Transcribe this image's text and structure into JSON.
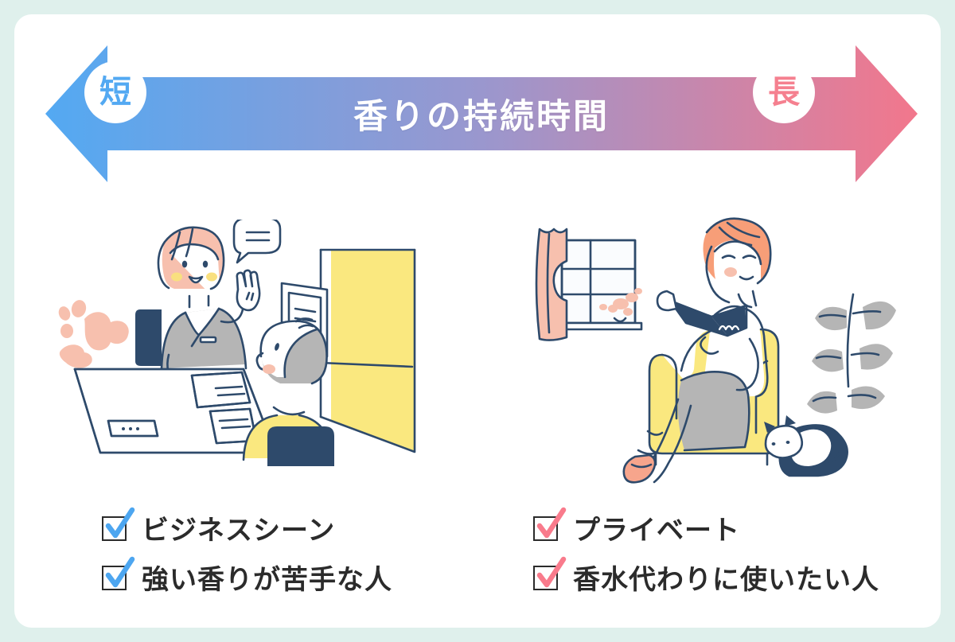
{
  "page": {
    "background_color": "#dff0ec",
    "card_color": "#ffffff"
  },
  "banner": {
    "title": "香りの持続時間",
    "left_badge": "短",
    "right_badge": "長",
    "gradient_start": "#53a9f2",
    "gradient_mid": "#9a97ce",
    "gradient_end": "#f2778c",
    "title_color": "#ffffff",
    "left_badge_color": "#53a9f2",
    "right_badge_color": "#f5808f",
    "direction": "double-headed-horizontal-arrow"
  },
  "illustrations": {
    "left": {
      "name": "business-meeting-illustration",
      "description": "女性が書類を示しながら男性に説明しているビジネスシーン",
      "accent_colors": [
        "#2e4a6b",
        "#b5b5b5",
        "#f9e07f",
        "#f7c0ae"
      ]
    },
    "right": {
      "name": "relaxing-at-home-illustration",
      "description": "女性がソファで本を読みながらくつろいでいるプライベートシーン",
      "accent_colors": [
        "#2e4a6b",
        "#fae87f",
        "#f7a58c",
        "#b5b5b5"
      ]
    }
  },
  "checklists": {
    "left": {
      "check_color": "#4da6f0",
      "box_color": "#2b2b2b",
      "items": [
        {
          "label": "ビジネスシーン"
        },
        {
          "label": "強い香りが苦手な人"
        }
      ]
    },
    "right": {
      "check_color": "#f97b8c",
      "box_color": "#2b2b2b",
      "items": [
        {
          "label": "プライベート"
        },
        {
          "label": "香水代わりに使いたい人"
        }
      ]
    }
  }
}
